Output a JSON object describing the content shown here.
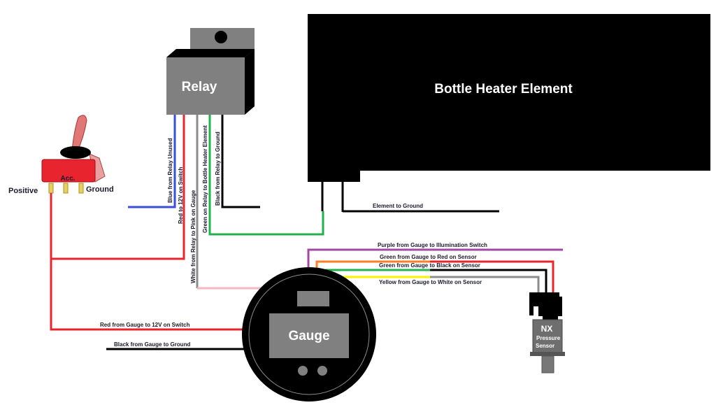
{
  "title": "Bottle Heater Wiring Diagram",
  "components": {
    "relay": {
      "label": "Relay"
    },
    "heater": {
      "label": "Bottle Heater Element"
    },
    "gauge": {
      "label": "Gauge"
    },
    "sensor": {
      "brand": "NX",
      "line1": "Pressure",
      "line2": "Sensor"
    },
    "switch": {
      "label": "Acc.",
      "left_terminal": "Positive",
      "right_terminal": "Ground"
    }
  },
  "wires": {
    "relay_blue": {
      "label": "Blue from Relay Unused",
      "color": "#3a4fd6"
    },
    "relay_red": {
      "label": "Red to 12V on Switch",
      "color": "#e8242e"
    },
    "relay_white": {
      "label": "White from Relay to Pink on Gauge",
      "color": "#8c8c8c"
    },
    "relay_green": {
      "label": "Green on Relay to Bottle Heater Element",
      "color": "#22b14c"
    },
    "relay_black": {
      "label": "Black from Relay to Ground",
      "color": "#000000"
    },
    "element_ground": {
      "label": "Element to Ground",
      "color": "#000000"
    },
    "gauge_purple": {
      "label": "Purple from Gauge to Illumination Switch",
      "color": "#a349a4"
    },
    "gauge_green_red": {
      "label": "Green from Gauge to Red on Sensor",
      "color": "#ff7f27"
    },
    "gauge_green_black": {
      "label": "Green from Gauge to Black on Sensor",
      "color": "#22b14c"
    },
    "gauge_yellow": {
      "label": "Yellow from Gauge to White on Sensor",
      "color": "#fff200"
    },
    "gauge_red": {
      "label": "Red from Gauge to 12V on Switch",
      "color": "#e8242e"
    },
    "gauge_black": {
      "label": "Black from Gauge to Ground",
      "color": "#000000"
    },
    "pink": {
      "color": "#f4b8c0"
    }
  }
}
